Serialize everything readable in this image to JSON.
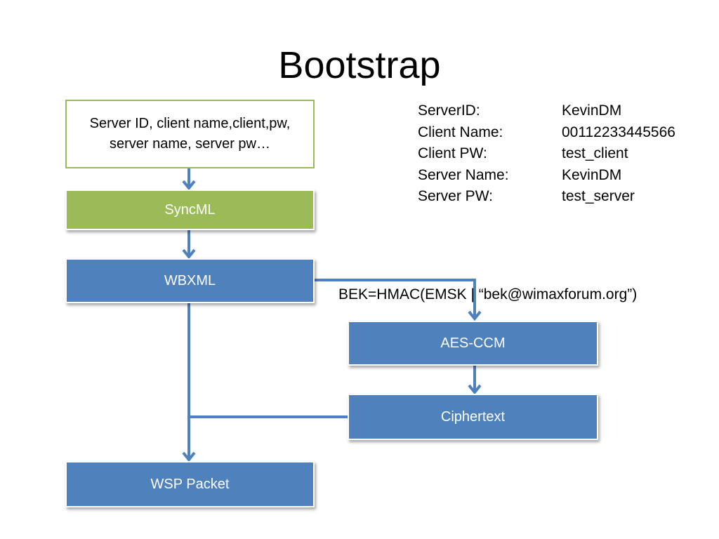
{
  "title": "Bootstrap",
  "boxes": {
    "credentials_line1": "Server ID, client name,client,pw,",
    "credentials_line2": "server name, server pw…",
    "syncml": "SyncML",
    "wbxml": "WBXML",
    "aes_ccm": "AES-CCM",
    "ciphertext": "Ciphertext",
    "wsp_packet": "WSP Packet"
  },
  "bek_label": "BEK=HMAC(EMSK | “bek@wimaxforum.org”)",
  "params": [
    {
      "key": "ServerID:",
      "value": "KevinDM"
    },
    {
      "key": "Client Name:",
      "value": "00112233445566"
    },
    {
      "key": "Client PW:",
      "value": "test_client"
    },
    {
      "key": "Server Name:",
      "value": "KevinDM"
    },
    {
      "key": "Server PW:",
      "value": "test_server"
    }
  ],
  "colors": {
    "box_blue": "#4f81bd",
    "box_green": "#9bbb59",
    "connector": "#4f81bd"
  }
}
